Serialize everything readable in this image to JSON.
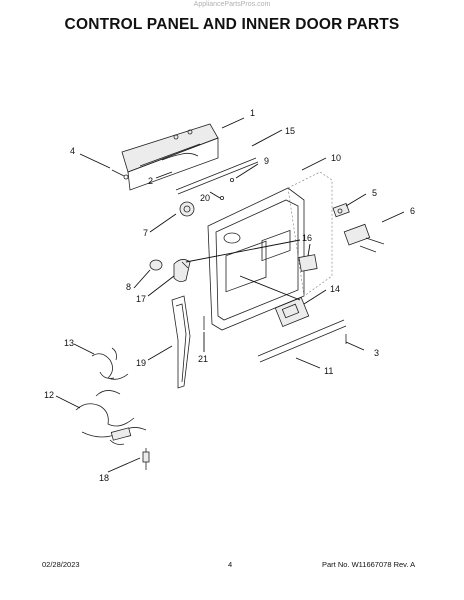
{
  "header": {
    "watermark": "AppliancePartsPros.com",
    "title": "CONTROL PANEL AND INNER DOOR PARTS"
  },
  "callouts": [
    "1",
    "2",
    "3",
    "4",
    "5",
    "6",
    "7",
    "8",
    "9",
    "10",
    "11",
    "12",
    "13",
    "14",
    "15",
    "16",
    "17",
    "18",
    "19",
    "20",
    "21"
  ],
  "footer": {
    "date": "02/28/2023",
    "page": "4",
    "part_no": "Part No. W11667078  Rev. A"
  }
}
